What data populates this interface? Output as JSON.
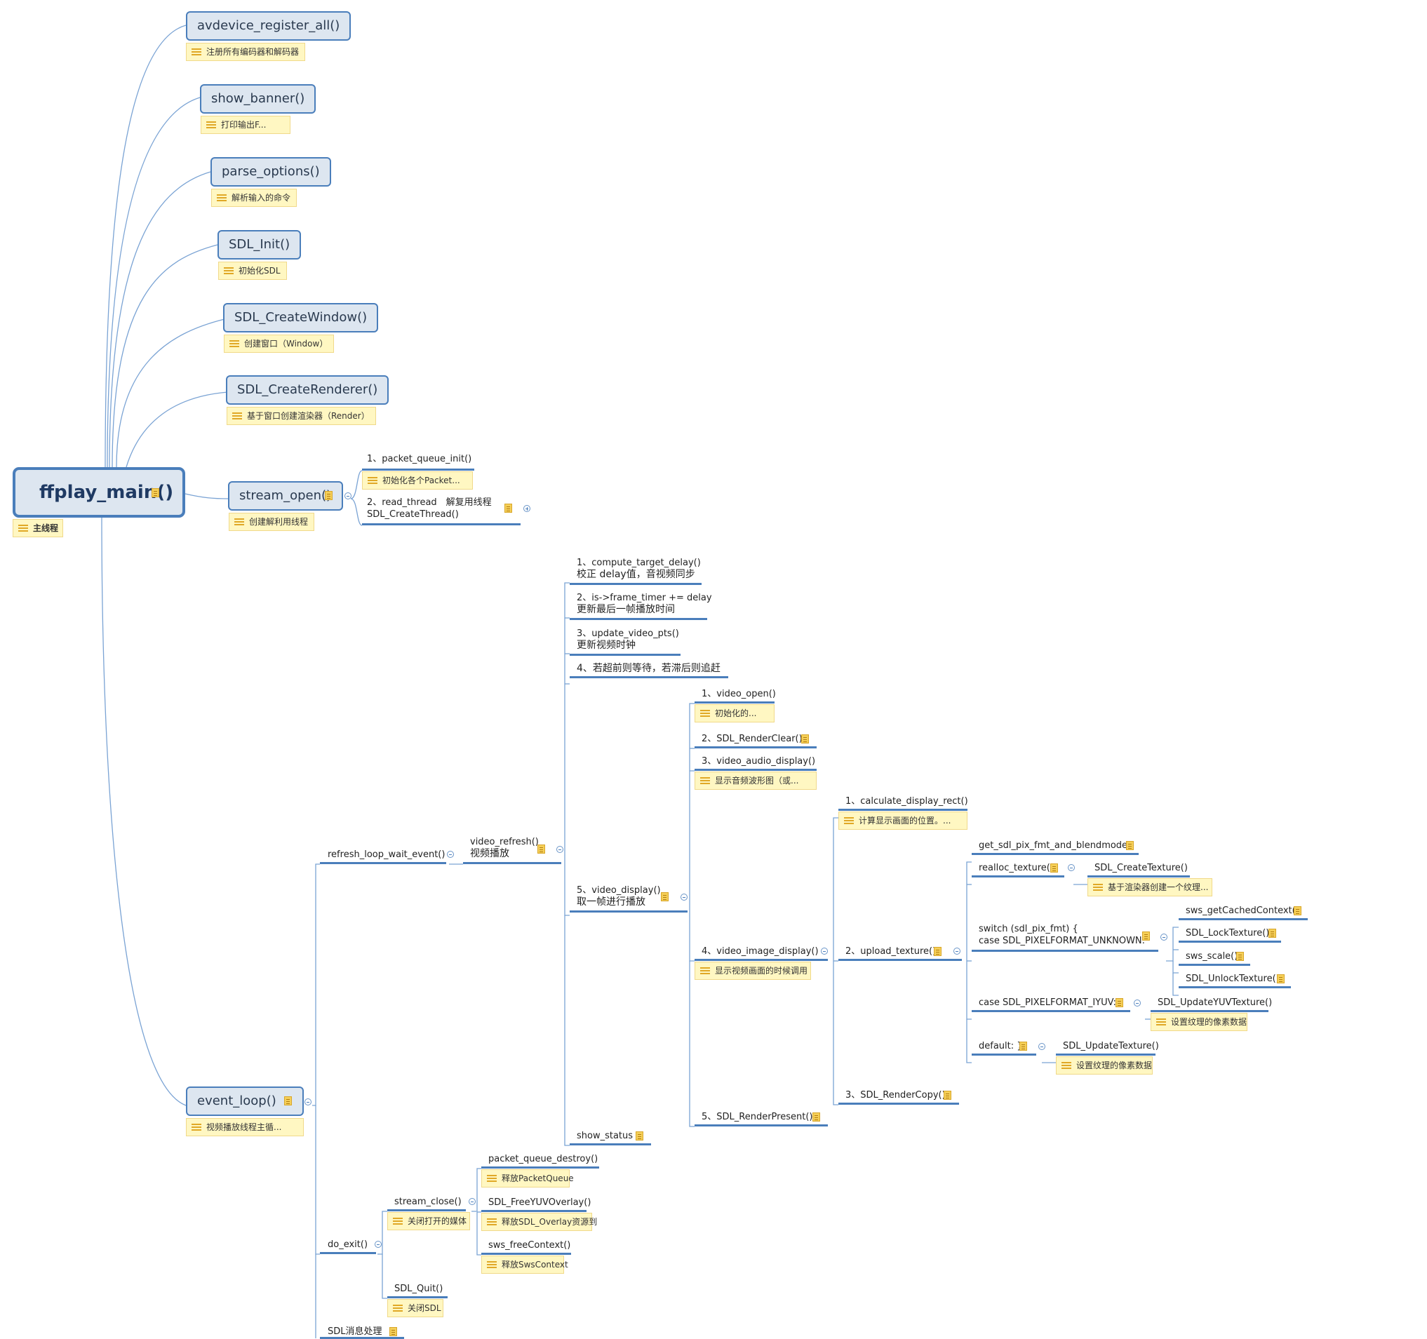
{
  "central": {
    "label": "ffplay_main()",
    "note": "主线程"
  },
  "top": [
    {
      "label": "avdevice_register_all()",
      "note": "注册所有编码器和解码器"
    },
    {
      "label": "show_banner()",
      "note": "打印输出F..."
    },
    {
      "label": "parse_options()",
      "note": "解析输入的命令"
    },
    {
      "label": "SDL_Init()",
      "note": "初始化SDL"
    },
    {
      "label": "SDL_CreateWindow()",
      "note": "创建窗口（Window）"
    },
    {
      "label": "SDL_CreateRenderer()",
      "note": "基于窗口创建渲染器（Render）"
    },
    {
      "label": "stream_open()",
      "note": "创建解利用线程"
    },
    {
      "label": "event_loop()",
      "note": "视频播放线程主循..."
    }
  ],
  "stream_open": {
    "packet_init": "1、packet_queue_init()",
    "packet_init_note": "初始化各个Packet...",
    "read_thread_line1": "2、read_thread　解复用线程",
    "read_thread_line2": "SDL_CreateThread()"
  },
  "event_loop": {
    "refresh": "refresh_loop_wait_event()",
    "video_refresh_line1": "video_refresh()",
    "video_refresh_line2": "视频播放",
    "do_exit": "do_exit()",
    "sdl_msg": "SDL消息处理"
  },
  "video_refresh": {
    "s1a": "1、compute_target_delay()",
    "s1b": "校正 delay值，音视频同步",
    "s2a": "2、is->frame_timer += delay",
    "s2b": "更新最后一帧播放时间",
    "s3a": "3、update_video_pts()",
    "s3b": "更新视频时钟",
    "s4": "4、若超前则等待，若滞后则追赶",
    "s5a": "5、video_display()",
    "s5b": "取一帧进行播放",
    "show_status": "show_status"
  },
  "video_display": {
    "v1": "1、video_open()",
    "v1n": "初始化的...",
    "v2": "2、SDL_RenderClear()",
    "v3": "3、video_audio_display()",
    "v3n": "显示音频波形图（或...",
    "v4": "4、video_image_display()",
    "v4n": "显示视频画面的时候调用",
    "v5": "5、SDL_RenderPresent()"
  },
  "image_display": {
    "c1": "1、calculate_display_rect()",
    "c1n": "计算显示画面的位置。...",
    "c2": "2、upload_texture()",
    "c3": "3、SDL_RenderCopy()"
  },
  "upload_texture": {
    "u1": "get_sdl_pix_fmt_and_blendmode()",
    "u2": "realloc_texture()",
    "u2c": "SDL_CreateTexture()",
    "u2cn": "基于渲染器创建一个纹理...",
    "u3a": "switch (sdl_pix_fmt) {",
    "u3b": "case SDL_PIXELFORMAT_UNKNOWN:",
    "u3c1": "sws_getCachedContext()",
    "u3c2": "SDL_LockTexture()",
    "u3c3": "sws_scale()",
    "u3c4": "SDL_UnlockTexture()",
    "u4": "case SDL_PIXELFORMAT_IYUV:",
    "u4c": "SDL_UpdateYUVTexture()",
    "u4cn": "设置纹理的像素数据",
    "u5": "default: }",
    "u5c": "SDL_UpdateTexture()",
    "u5cn": "设置纹理的像素数据"
  },
  "do_exit": {
    "stream_close": "stream_close()",
    "stream_close_note": "关闭打开的媒体",
    "sdl_quit": "SDL_Quit()",
    "sdl_quit_note": "关闭SDL",
    "d1": "packet_queue_destroy()",
    "d1n": "释放PacketQueue",
    "d2": "SDL_FreeYUVOverlay()",
    "d2n": "释放SDL_Overlay资源到",
    "d3": "sws_freeContext()",
    "d3n": "释放SwsContext"
  }
}
